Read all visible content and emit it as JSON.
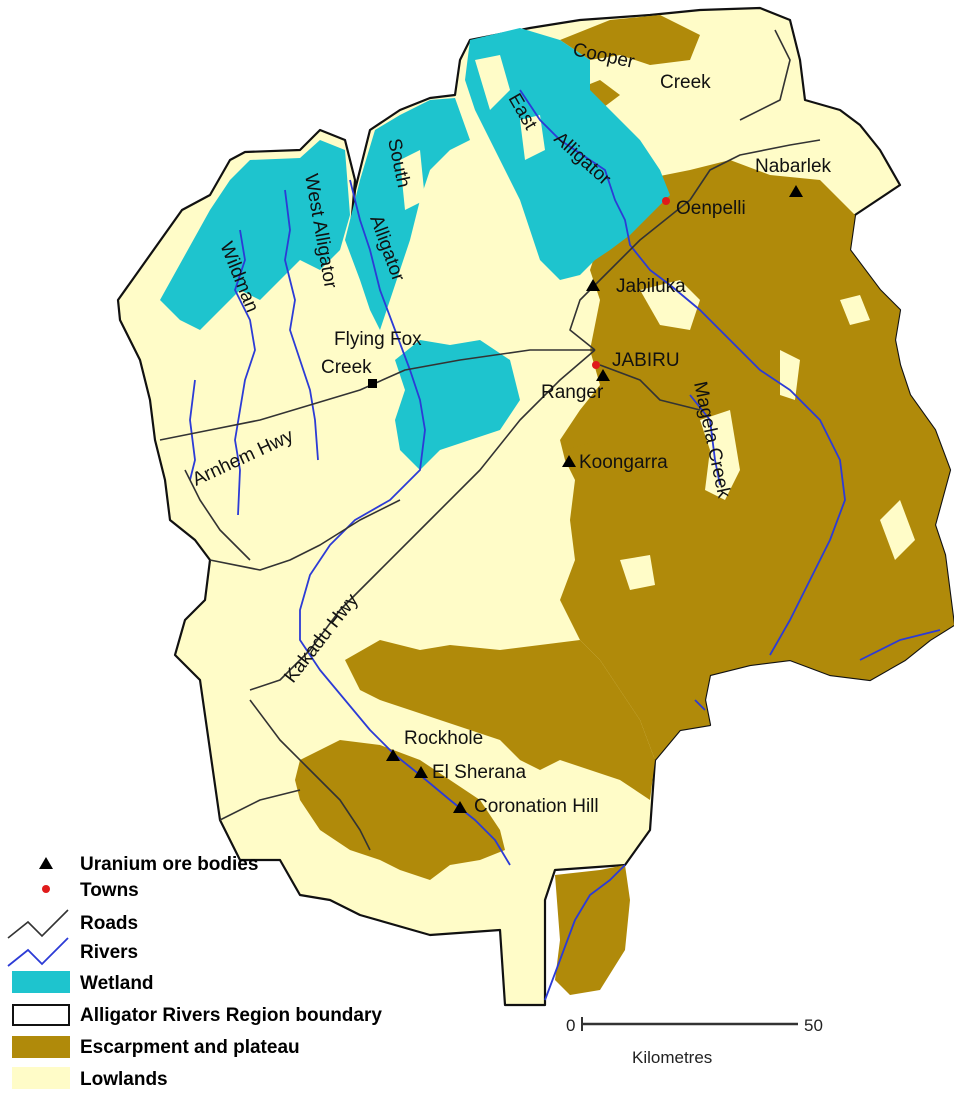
{
  "colors": {
    "lowlands": "#FFFCC8",
    "escarpment": "#B08A0A",
    "wetland": "#1EC4CE",
    "rivers": "#2C3BD6",
    "roads": "#333333",
    "boundary": "#111111",
    "town": "#E01B1B",
    "ore": "#000000"
  },
  "places": {
    "nabarlek": "Nabarlek",
    "oenpelli": "Oenpelli",
    "jabiluka": "Jabiluka",
    "jabiru": "JABIRU",
    "ranger": "Ranger",
    "koongarra": "Koongarra",
    "flying_fox_1": "Flying Fox",
    "flying_fox_2": "Creek",
    "rockhole": "Rockhole",
    "el_sherana": "El Sherana",
    "coronation_hill": "Coronation Hill"
  },
  "features": {
    "cooper": "Cooper",
    "creek": "Creek",
    "east": "East",
    "east_alligator": "Alligator",
    "south": "South",
    "south_alligator": "Alligator",
    "west_alligator": "West Alligator",
    "wildman": "Wildman",
    "magela": "Magela Creek",
    "arnhem": "Arnhem Hwy",
    "kakadu": "Kakadu Hwy"
  },
  "legend": {
    "items": [
      {
        "key": "ore",
        "label": "Uranium ore bodies"
      },
      {
        "key": "town",
        "label": "Towns"
      },
      {
        "key": "roads",
        "label": "Roads"
      },
      {
        "key": "rivers",
        "label": "Rivers"
      },
      {
        "key": "wetland",
        "label": "Wetland"
      },
      {
        "key": "boundary",
        "label": "Alligator Rivers Region boundary"
      },
      {
        "key": "escarpment",
        "label": "Escarpment and plateau"
      },
      {
        "key": "lowlands",
        "label": "Lowlands"
      }
    ]
  },
  "scale": {
    "start": "0",
    "end": "50",
    "unit": "Kilometres"
  }
}
